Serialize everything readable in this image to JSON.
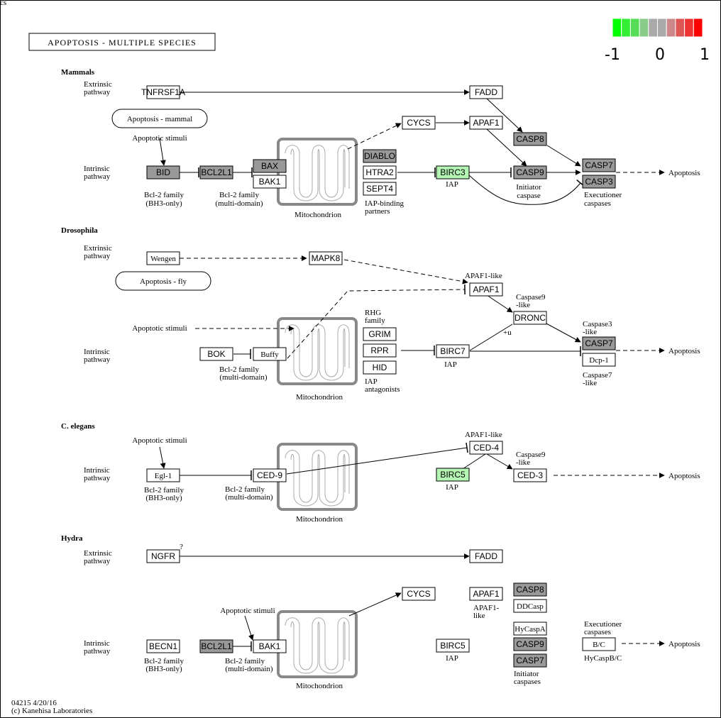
{
  "corner_label": "cs",
  "title": "APOPTOSIS - MULTIPLE SPECIES",
  "legend": {
    "colors": [
      "#00ff00",
      "#33ee33",
      "#55dd55",
      "#88cc88",
      "#aaaaaa",
      "#aaaaaa",
      "#cc8888",
      "#dd5555",
      "#ee3333",
      "#ff0000"
    ],
    "ticks": [
      "-1",
      "0",
      "1"
    ]
  },
  "colors": {
    "gray": "#999999",
    "green": "#b3f5b3",
    "white": "#ffffff"
  },
  "sections": {
    "mammals": "Mammals",
    "drosophila": "Drosophila",
    "elegans": "C. elegans",
    "hydra": "Hydra"
  },
  "pathway_labels": {
    "extrinsic": [
      "Extrinsic",
      "pathway"
    ],
    "intrinsic": [
      "Intrinsic",
      "pathway"
    ]
  },
  "maps": {
    "mammal": "Apoptosis - mammal",
    "fly": "Apoptosis - fly"
  },
  "labels": {
    "apoptotic_stimuli": "Apoptotic stimuli",
    "mitochondrion": "Mitochondrion",
    "apoptosis": "Apoptosis",
    "iap": "IAP",
    "bcl2_bh3": [
      "Bcl-2 family",
      "(BH3-only)"
    ],
    "bcl2_multi": [
      "Bcl-2 family",
      "(multi-domain)"
    ],
    "iap_binding": [
      "IAP-binding",
      "partners"
    ],
    "initiator": [
      "Initiator",
      "caspase"
    ],
    "initiator_pl": [
      "Initiator",
      "caspases"
    ],
    "executioner": [
      "Executioner",
      "caspases"
    ],
    "apaf1_like": "APAF1-like",
    "apaf1_like_split": [
      "APAF1-",
      "like"
    ],
    "caspase9_like": [
      "Caspase9",
      "-like"
    ],
    "caspase3_like": [
      "Caspase3",
      "-like"
    ],
    "caspase7_like": [
      "Caspase7",
      "-like"
    ],
    "rhg": [
      "RHG",
      "family"
    ],
    "iap_antagonists": [
      "IAP",
      "antagonists"
    ],
    "plus_u": "+u",
    "question": "?",
    "hycaspbc": "HyCaspB/C",
    "footer": [
      "04215 4/20/16",
      "(c) Kanehisa Laboratories"
    ]
  },
  "genes": {
    "TNFRSF1A": "TNFRSF1A",
    "FADD": "FADD",
    "CYCS": "CYCS",
    "APAF1": "APAF1",
    "CASP8": "CASP8",
    "CASP9": "CASP9",
    "CASP7": "CASP7",
    "CASP3": "CASP3",
    "BID": "BID",
    "BCL2L1": "BCL2L1",
    "BAX": "BAX",
    "BAK1": "BAK1",
    "DIABLO": "DIABLO",
    "HTRA2": "HTRA2",
    "SEPT4": "SEPT4",
    "BIRC3": "BIRC3",
    "Wengen": "Wengen",
    "MAPK8": "MAPK8",
    "DRONC": "DRONC",
    "GRIM": "GRIM",
    "RPR": "RPR",
    "HID": "HID",
    "BOK": "BOK",
    "Buffy": "Buffy",
    "BIRC7": "BIRC7",
    "Dcp1": "Dcp-1",
    "CED4": "CED-4",
    "CED3": "CED-3",
    "Egl1": "Egl-1",
    "CED9": "CED-9",
    "BIRC5": "BIRC5",
    "NGFR": "NGFR",
    "DDCasp": "DDCasp",
    "HyCaspA": "HyCaspA",
    "BC": "B/C",
    "BECN1": "BECN1"
  }
}
